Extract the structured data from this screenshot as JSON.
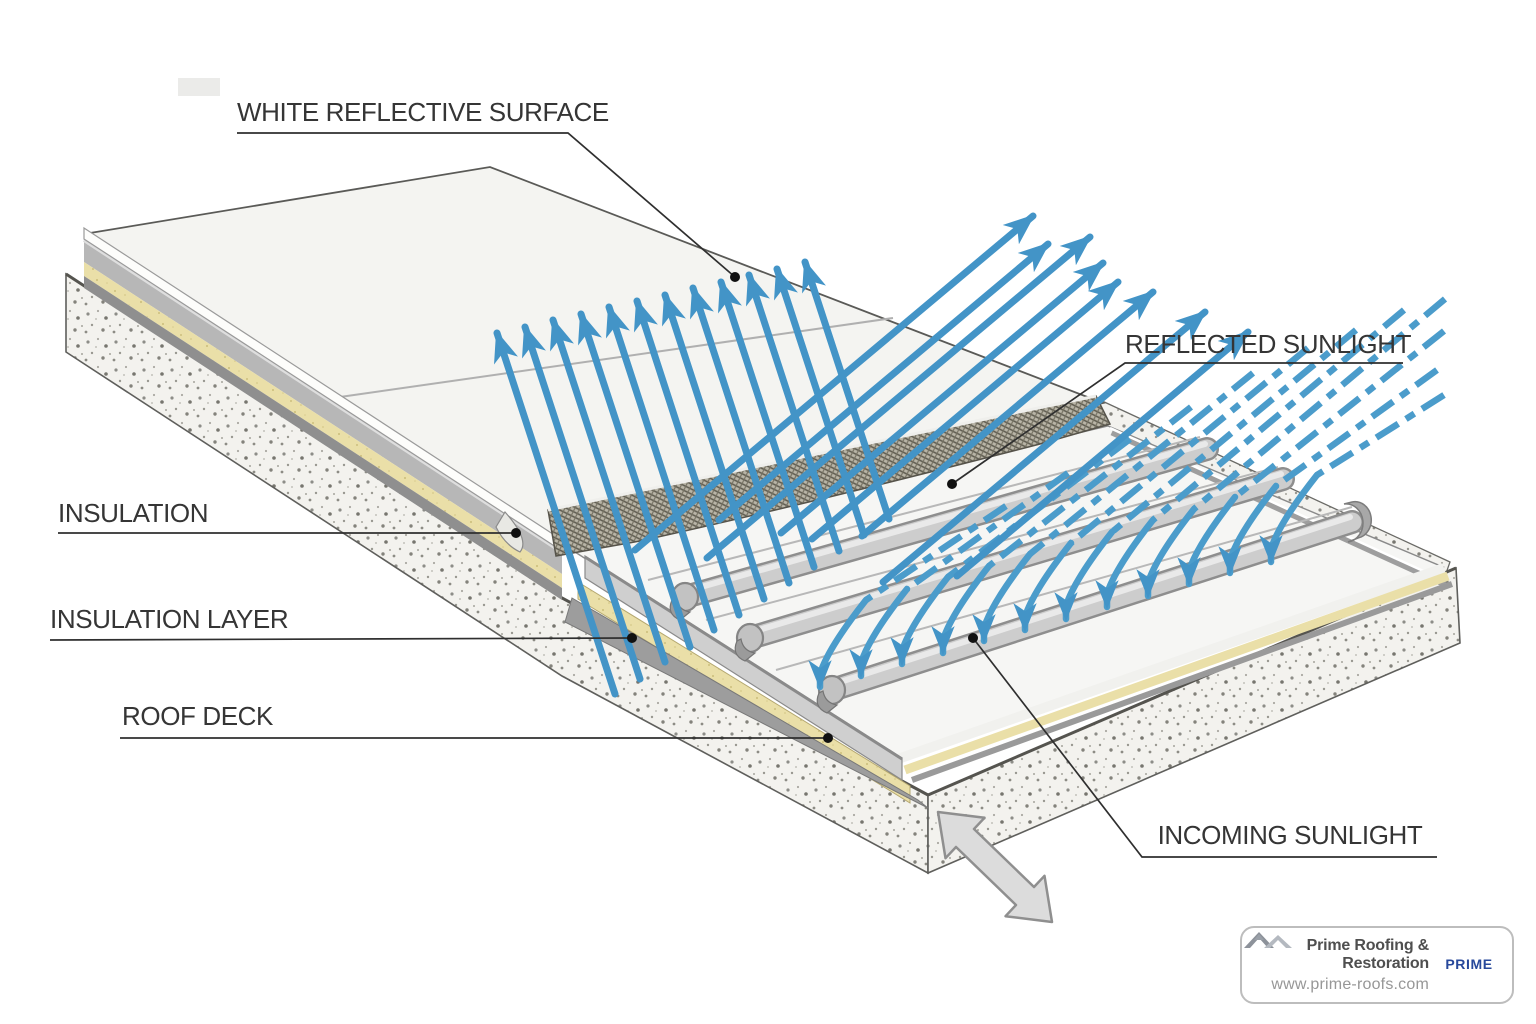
{
  "diagram": {
    "type": "roof-assembly-cutaway",
    "labels": {
      "white_reflective_surface": "WHITE REFLECTIVE SURFACE",
      "reflected_sunlight": "REFLECTED SUNLIGHT",
      "insulation": "INSULATION",
      "insulation_layer": "INSULATION LAYER",
      "roof_deck": "ROOF DECK",
      "incoming_sunlight": "INCOMING SUNLIGHT"
    },
    "colors": {
      "sunlight_arrow_blue": "#4394c7",
      "insulation_yellow": "#eadfa8",
      "concrete_speckle_base": "#f3f2ee",
      "mesh_scrim_gray": "#b9b5a7",
      "membrane_white": "#f4f4f1",
      "label_text": "#353535"
    },
    "icons": {
      "direction_arrow": "double-headed-arrow-icon"
    }
  },
  "branding": {
    "company": "Prime Roofing & Restoration",
    "website": "www.prime-roofs.com",
    "logo_text": "PRIME",
    "logo_icon": "roof-icon",
    "logo_color": "#27489b"
  }
}
